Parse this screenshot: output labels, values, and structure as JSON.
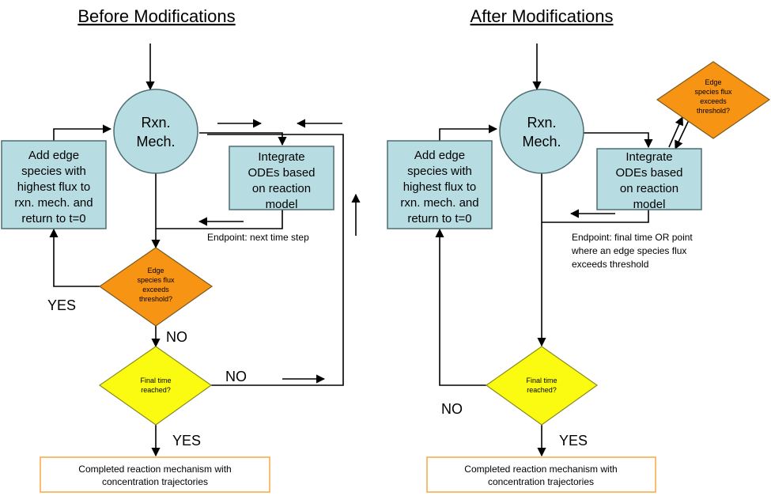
{
  "before": {
    "title": "Before Modifications",
    "mech": [
      "Rxn.",
      "Mech."
    ],
    "add_box": [
      "Add edge",
      "species with",
      "highest flux to",
      "rxn. mech. and",
      "return to t=0"
    ],
    "integrate_box": [
      "Integrate",
      "ODEs based",
      "on reaction",
      "model"
    ],
    "endpoint": "Endpoint: next time step",
    "flux_diamond": [
      "Edge",
      "species flux",
      "exceeds",
      "threshold?"
    ],
    "final_diamond": [
      "Final time",
      "reached?"
    ],
    "yes_flux": "YES",
    "no_flux": "NO",
    "no_final": "NO",
    "yes_final": "YES",
    "result": [
      "Completed reaction mechanism with",
      "concentration trajectories"
    ]
  },
  "after": {
    "title": "After Modifications",
    "mech": [
      "Rxn.",
      "Mech."
    ],
    "add_box": [
      "Add edge",
      "species with",
      "highest flux to",
      "rxn. mech. and",
      "return to t=0"
    ],
    "integrate_box": [
      "Integrate",
      "ODEs based",
      "on reaction",
      "model"
    ],
    "flux_diamond": [
      "Edge",
      "species flux",
      "exceeds",
      "threshold?"
    ],
    "endpoint": [
      "Endpoint: final time OR point",
      "where an edge species flux",
      "exceeds threshold"
    ],
    "final_diamond": [
      "Final time",
      "reached?"
    ],
    "no_final": "NO",
    "yes_final": "YES",
    "result": [
      "Completed reaction mechanism with",
      "concentration trajectories"
    ]
  },
  "colors": {
    "process_fill": "#b7dde3",
    "process_stroke": "#4d6d72",
    "decision_orange": "#f79414",
    "decision_yellow": "#fbfb12",
    "result_border": "#f7a940"
  }
}
